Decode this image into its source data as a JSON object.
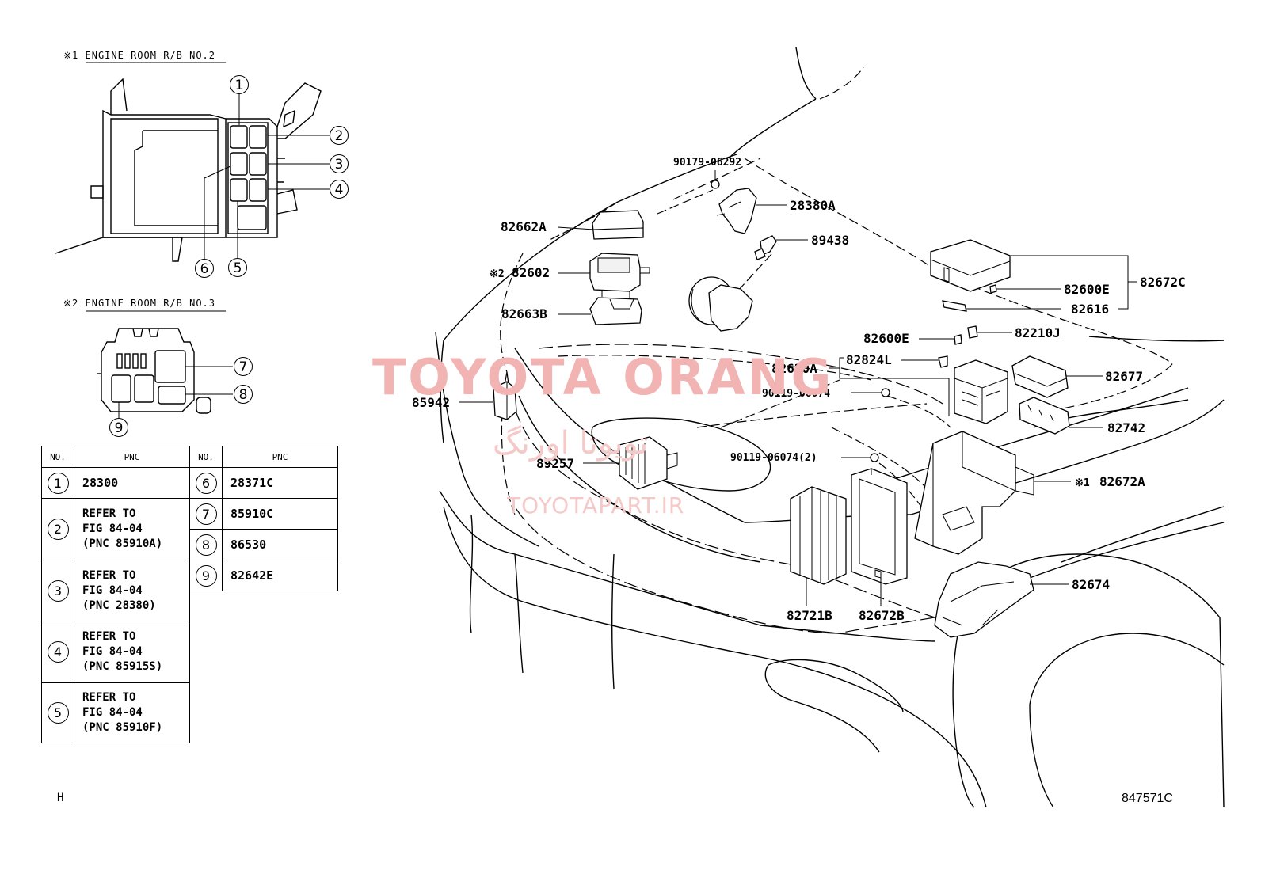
{
  "insets": {
    "rb2_title": "※1 ENGINE ROOM R/B NO.2",
    "rb3_title": "※2 ENGINE ROOM R/B NO.3",
    "circle_numbers": [
      "1",
      "2",
      "3",
      "4",
      "5",
      "6",
      "7",
      "8",
      "9"
    ]
  },
  "table": {
    "headers": {
      "no": "NO.",
      "pnc": "PNC"
    },
    "left_rows": [
      {
        "no": "1",
        "text": "28300"
      },
      {
        "no": "2",
        "text": "REFER TO\nFIG 84-04\n(PNC 85910A)"
      },
      {
        "no": "3",
        "text": "REFER TO\nFIG 84-04\n(PNC 28380)"
      },
      {
        "no": "4",
        "text": "REFER TO\nFIG 84-04\n(PNC 85915S)"
      },
      {
        "no": "5",
        "text": "REFER TO\nFIG 84-04\n(PNC 85910F)"
      }
    ],
    "right_rows": [
      {
        "no": "6",
        "text": "28371C"
      },
      {
        "no": "7",
        "text": "85910C"
      },
      {
        "no": "8",
        "text": "86530"
      },
      {
        "no": "9",
        "text": "82642E"
      }
    ]
  },
  "callouts": {
    "p90179": "90179-06292",
    "p28380A": "28380A",
    "p89438": "89438",
    "p82662A": "82662A",
    "p82602_mark": "※2",
    "p82602": "82602",
    "p82663B": "82663B",
    "p82600E_a": "82600E",
    "p82672C": "82672C",
    "p82616": "82616",
    "p82600E_b": "82600E",
    "p82210J": "82210J",
    "p82824L": "82824L",
    "p82620A": "82620A",
    "p90119_a": "90119-06074",
    "p82677": "82677",
    "p85942": "85942",
    "p82742": "82742",
    "p90119_b": "90119-06074(2)",
    "p89257": "89257",
    "p82672A_mark": "※1",
    "p82672A": "82672A",
    "p82674": "82674",
    "p82721B": "82721B",
    "p82672B": "82672B"
  },
  "watermark": {
    "main": "TOYOTA ORANG",
    "persian": "تویوتا اورنگ",
    "site": "TOYOTAPART.IR"
  },
  "footer": {
    "left": "H",
    "right": "847571C"
  }
}
